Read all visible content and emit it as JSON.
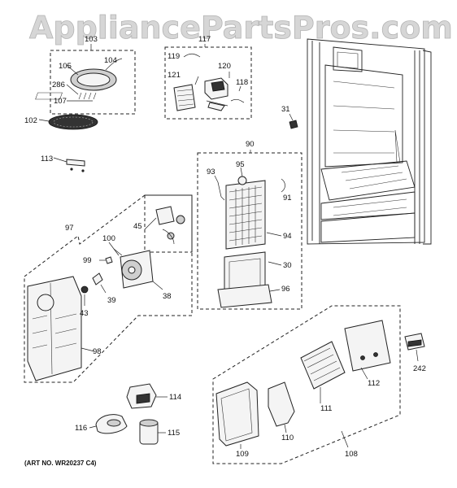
{
  "watermark": "AppliancePartsPros.com",
  "art_number": "(ART NO. WR20237 C4)",
  "labels": {
    "l103": "103",
    "l104": "104",
    "l105": "105",
    "l286": "286",
    "l107": "107",
    "l102": "102",
    "l113": "113",
    "l119": "119",
    "l120": "120",
    "l121": "121",
    "l118": "118",
    "l117": "117",
    "l31": "31",
    "l90": "90",
    "l93": "93",
    "l95": "95",
    "l91": "91",
    "l94": "94",
    "l30": "30",
    "l96": "96",
    "l97": "97",
    "l45": "45",
    "l100": "100",
    "l99": "99",
    "l43": "43",
    "l39": "39",
    "l38": "38",
    "l98": "98",
    "l114": "114",
    "l116": "116",
    "l115": "115",
    "l242": "242",
    "l112": "112",
    "l111": "111",
    "l110": "110",
    "l109": "109",
    "l108": "108"
  }
}
